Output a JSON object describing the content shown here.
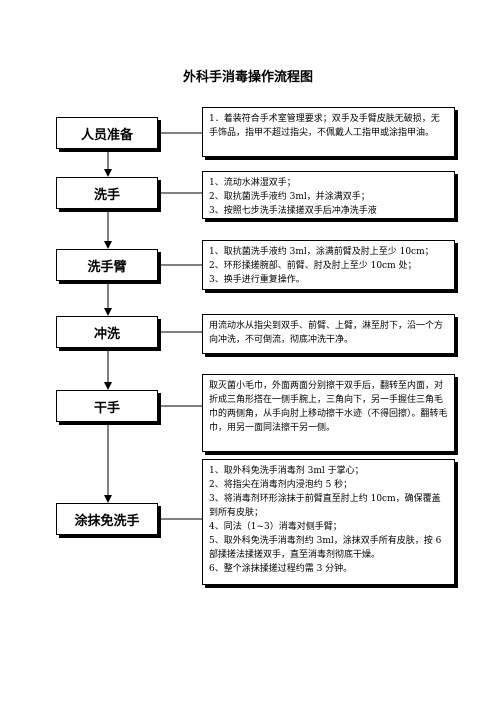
{
  "title": "外科手消毒操作流程图",
  "steps": [
    {
      "label": "人员准备",
      "notes": [
        "1．着装符合手术室管理要求；双手及手臂皮肤无破损，无手饰品，指甲不超过指尖，不佩戴人工指甲或涂指甲油。"
      ]
    },
    {
      "label": "洗手",
      "notes": [
        "1、流动水淋湿双手；",
        "2、取抗菌洗手液约 3ml，并涂满双手；",
        "3、按照七步洗手法揉搓双手后冲净洗手液"
      ]
    },
    {
      "label": "洗手臂",
      "notes": [
        "1、取抗菌洗手液约 3ml，涂满前臂及肘上至少 10cm；",
        "2、环形揉搓腕部、前臂、肘及肘上至少 10cm 处；",
        "3、换手进行重复操作。"
      ]
    },
    {
      "label": "冲洗",
      "notes": [
        "用流动水从指尖到双手、前臂、上臂，淋至肘下，沿一个方向冲洗，不可倒流，彻底冲洗干净。"
      ]
    },
    {
      "label": "干手",
      "notes": [
        "取灭菌小毛巾，外面两面分别擦干双手后，翻转至内面，对折成三角形搭在一侧手腕上，三角向下，另一手握住三角毛巾的两侧角，从手向肘上移动擦干水迹（不得回擦）。翻转毛巾，用另一面同法擦干另一侧。"
      ]
    },
    {
      "label": "涂抹免洗手",
      "notes": [
        "1、取外科免洗手消毒剂 3ml 于掌心；",
        "2、将指尖在消毒剂内浸泡约 5 秒；",
        "3、将消毒剂环形涂抹于前臂直至肘上约 10cm，确保覆盖到所有皮肤；",
        "4、同法（1~3）消毒对侧手臂；",
        "5、取外科免洗手消毒剂约 3ml，涂抹双手所有皮肤，按 6 部揉搓法揉搓双手，直至消毒剂彻底干燥。",
        "6、整个涂抹揉搓过程约需 3 分钟。"
      ]
    }
  ]
}
